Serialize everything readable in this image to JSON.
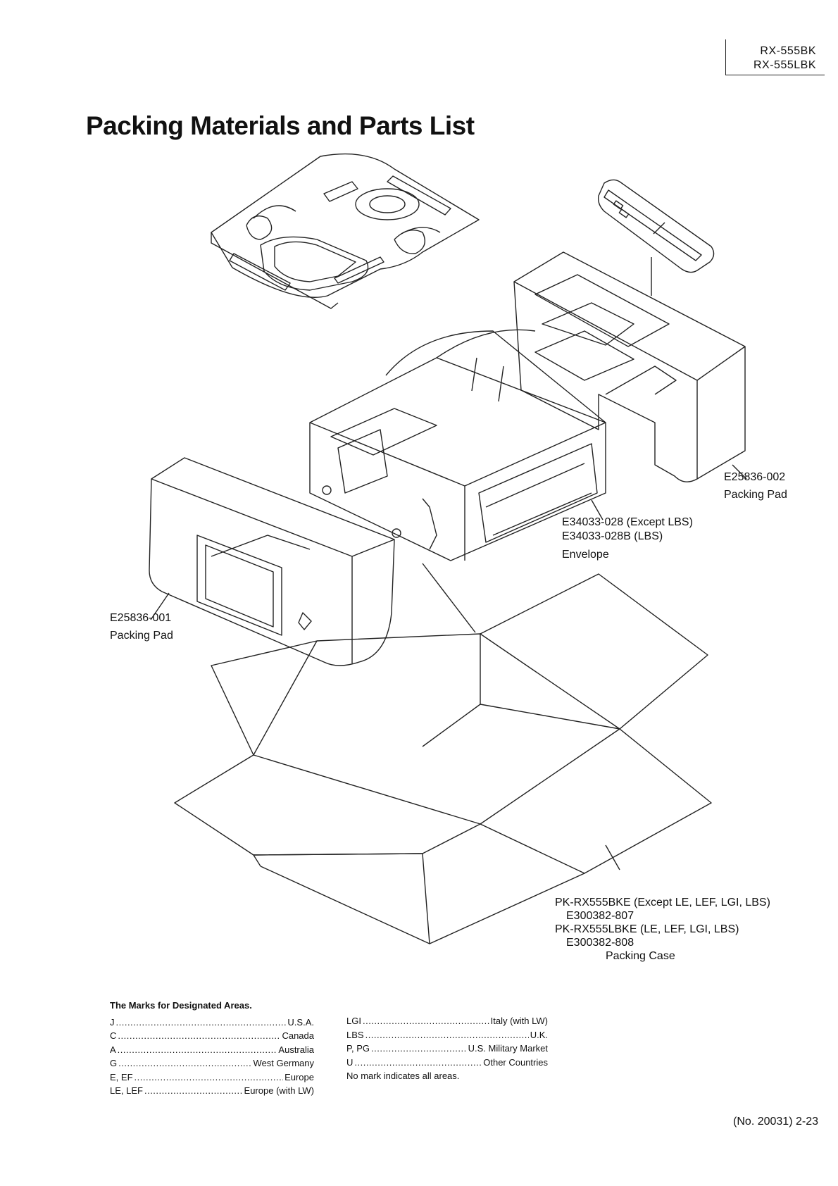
{
  "header": {
    "models": [
      "RX-555BK",
      "RX-555LBK"
    ]
  },
  "title": "Packing Materials and Parts List",
  "callouts": {
    "pad_right": {
      "part": "E25836-002",
      "desc": "Packing Pad"
    },
    "envelope": {
      "part1": "E34033-028 (Except LBS)",
      "part2": "E34033-028B (LBS)",
      "desc": "Envelope"
    },
    "pad_left": {
      "part": "E25836-001",
      "desc": "Packing Pad"
    },
    "case": {
      "line1": "PK-RX555BKE (Except LE, LEF, LGI, LBS)",
      "line2": "E300382-807",
      "line3": "PK-RX555LBKE (LE, LEF, LGI, LBS)",
      "line4": "E300382-808",
      "desc": "Packing Case"
    }
  },
  "legend": {
    "title": "The Marks for Designated Areas.",
    "col1": [
      {
        "code": "J",
        "area": "U.S.A."
      },
      {
        "code": "C",
        "area": "Canada"
      },
      {
        "code": "A",
        "area": "Australia"
      },
      {
        "code": "G",
        "area": "West Germany"
      },
      {
        "code": "E, EF",
        "area": "Europe"
      },
      {
        "code": "LE, LEF",
        "area": "Europe (with LW)"
      }
    ],
    "col2": [
      {
        "code": "LGI",
        "area": "Italy (with LW)"
      },
      {
        "code": "LBS",
        "area": "U.K."
      },
      {
        "code": "P, PG",
        "area": "U.S. Military Market"
      },
      {
        "code": "U",
        "area": "Other Countries"
      }
    ],
    "note": "No mark indicates all areas."
  },
  "footer": {
    "page": "(No. 20031) 2-23"
  }
}
